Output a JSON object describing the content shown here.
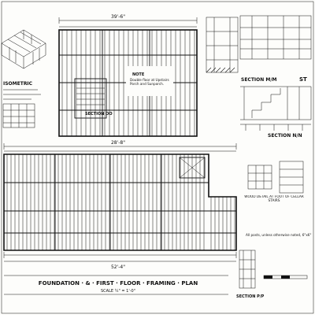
{
  "sheet": {
    "title": "FOUNDATION · & · FIRST · FLOOR · FRAMING · PLAN",
    "scale_note": "SCALE   ¼\" = 1'-0\"",
    "section_mm": "SECTION M/M",
    "section_nn": "SECTION N/N",
    "section_oo": "SECTION OO",
    "section_pp": "SECTION P/P",
    "isometric_label": "ISOMETRIC",
    "note_heading": "NOTE",
    "note_text": "Double floor at Upstairs Porch and Sunporch.",
    "note_bottom": "All posts, unless otherwise noted, 6\"x6\"",
    "elevation_label": "WOOD DETAIL AT FOOT OF CELLAR STAIRS",
    "dim_top": "39'-6\"",
    "dim_mid": "28'-8\"",
    "dim_bottom": "52'-4\"",
    "partial_heading": "ST"
  }
}
